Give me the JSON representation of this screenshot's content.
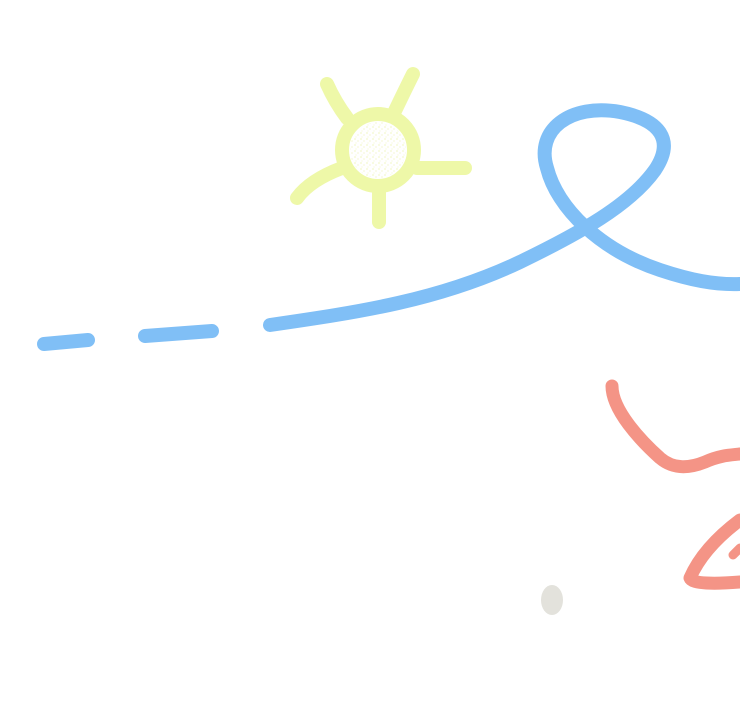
{
  "scene": {
    "background": "#ffffff",
    "drawings": [
      {
        "name": "sun-doodle",
        "color": "#eef8a8"
      },
      {
        "name": "dashed-looping-line",
        "color": "#80bff6"
      },
      {
        "name": "red-squiggle",
        "color": "#f49486"
      },
      {
        "name": "red-triangle-partial",
        "color": "#f49486"
      },
      {
        "name": "grey-dot",
        "color": "#e3e2dc"
      }
    ]
  }
}
